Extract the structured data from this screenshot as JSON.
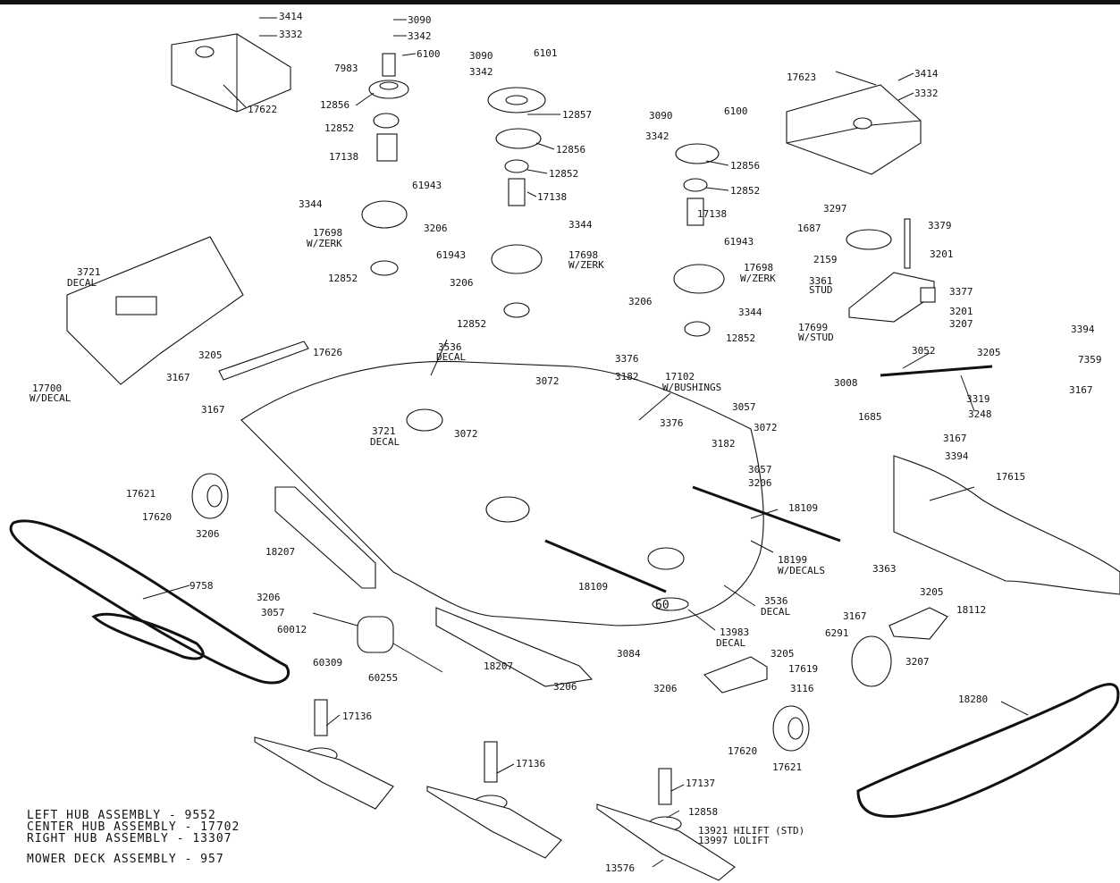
{
  "callouts": [
    {
      "id": "c1",
      "text": "3414"
    },
    {
      "id": "c2",
      "text": "3332"
    },
    {
      "id": "c3",
      "text": "17622"
    },
    {
      "id": "c4",
      "text": "3090"
    },
    {
      "id": "c5",
      "text": "3342"
    },
    {
      "id": "c6",
      "text": "6100"
    },
    {
      "id": "c7",
      "text": "7983"
    },
    {
      "id": "c8",
      "text": "12856"
    },
    {
      "id": "c9",
      "text": "12852"
    },
    {
      "id": "c10",
      "text": "17138"
    },
    {
      "id": "c11",
      "text": "3090"
    },
    {
      "id": "c12",
      "text": "6101"
    },
    {
      "id": "c13",
      "text": "3342"
    },
    {
      "id": "c14",
      "text": "12857"
    },
    {
      "id": "c15",
      "text": "12856"
    },
    {
      "id": "c16",
      "text": "12852"
    },
    {
      "id": "c17",
      "text": "17138"
    },
    {
      "id": "c18",
      "text": "3090"
    },
    {
      "id": "c19",
      "text": "6100"
    },
    {
      "id": "c20",
      "text": "3342"
    },
    {
      "id": "c21",
      "text": "12856"
    },
    {
      "id": "c22",
      "text": "12852"
    },
    {
      "id": "c23",
      "text": "17138"
    },
    {
      "id": "c24",
      "text": "17623"
    },
    {
      "id": "c25",
      "text": "3414"
    },
    {
      "id": "c26",
      "text": "3332"
    },
    {
      "id": "c27",
      "text": "61943"
    },
    {
      "id": "c28",
      "text": "3344"
    },
    {
      "id": "c29",
      "text": "17698"
    },
    {
      "id": "c30",
      "text": "W/ZERK"
    },
    {
      "id": "c31",
      "text": "3206"
    },
    {
      "id": "c32",
      "text": "12852"
    },
    {
      "id": "c33",
      "text": "3344"
    },
    {
      "id": "c34",
      "text": "61943"
    },
    {
      "id": "c35",
      "text": "17698"
    },
    {
      "id": "c36",
      "text": "W/ZERK"
    },
    {
      "id": "c37",
      "text": "3206"
    },
    {
      "id": "c38",
      "text": "12852"
    },
    {
      "id": "c39",
      "text": "61943"
    },
    {
      "id": "c40",
      "text": "17698"
    },
    {
      "id": "c41",
      "text": "W/ZERK"
    },
    {
      "id": "c42",
      "text": "3206"
    },
    {
      "id": "c43",
      "text": "3344"
    },
    {
      "id": "c44",
      "text": "12852"
    },
    {
      "id": "c45",
      "text": "3297"
    },
    {
      "id": "c46",
      "text": "3379"
    },
    {
      "id": "c47",
      "text": "1687"
    },
    {
      "id": "c48",
      "text": "3201"
    },
    {
      "id": "c49",
      "text": "2159"
    },
    {
      "id": "c50",
      "text": "3361"
    },
    {
      "id": "c51",
      "text": "STUD"
    },
    {
      "id": "c52",
      "text": "3377"
    },
    {
      "id": "c53",
      "text": "3201"
    },
    {
      "id": "c54",
      "text": "3207"
    },
    {
      "id": "c55",
      "text": "17699"
    },
    {
      "id": "c56",
      "text": "W/STUD"
    },
    {
      "id": "c57",
      "text": "3721"
    },
    {
      "id": "c58",
      "text": "DECAL"
    },
    {
      "id": "c59",
      "text": "17700"
    },
    {
      "id": "c60",
      "text": "W/DECAL"
    },
    {
      "id": "c61",
      "text": "3205"
    },
    {
      "id": "c62",
      "text": "17626"
    },
    {
      "id": "c63",
      "text": "3167"
    },
    {
      "id": "c64",
      "text": "3167"
    },
    {
      "id": "c65",
      "text": "3536"
    },
    {
      "id": "c66",
      "text": "DECAL"
    },
    {
      "id": "c67",
      "text": "3376"
    },
    {
      "id": "c68",
      "text": "3072"
    },
    {
      "id": "c69",
      "text": "3182"
    },
    {
      "id": "c70",
      "text": "17102"
    },
    {
      "id": "c71",
      "text": "W/BUSHINGS"
    },
    {
      "id": "c72",
      "text": "3052"
    },
    {
      "id": "c73",
      "text": "3205"
    },
    {
      "id": "c74",
      "text": "3394"
    },
    {
      "id": "c75",
      "text": "7359"
    },
    {
      "id": "c76",
      "text": "3008"
    },
    {
      "id": "c77",
      "text": "3319"
    },
    {
      "id": "c78",
      "text": "3167"
    },
    {
      "id": "c79",
      "text": "3248"
    },
    {
      "id": "c80",
      "text": "1685"
    },
    {
      "id": "c81",
      "text": "3376"
    },
    {
      "id": "c82",
      "text": "3057"
    },
    {
      "id": "c83",
      "text": "3072"
    },
    {
      "id": "c84",
      "text": "3721"
    },
    {
      "id": "c85",
      "text": "DECAL"
    },
    {
      "id": "c86",
      "text": "3072"
    },
    {
      "id": "c87",
      "text": "3182"
    },
    {
      "id": "c88",
      "text": "3057"
    },
    {
      "id": "c89",
      "text": "3206"
    },
    {
      "id": "c90",
      "text": "3167"
    },
    {
      "id": "c91",
      "text": "3394"
    },
    {
      "id": "c92",
      "text": "17615"
    },
    {
      "id": "c93",
      "text": "17621"
    },
    {
      "id": "c94",
      "text": "17620"
    },
    {
      "id": "c95",
      "text": "3206"
    },
    {
      "id": "c96",
      "text": "18109"
    },
    {
      "id": "c97",
      "text": "18207"
    },
    {
      "id": "c98",
      "text": "18199"
    },
    {
      "id": "c99",
      "text": "W/DECALS"
    },
    {
      "id": "c100",
      "text": "9758"
    },
    {
      "id": "c101",
      "text": "18109"
    },
    {
      "id": "c102",
      "text": "3536"
    },
    {
      "id": "c103",
      "text": "DECAL"
    },
    {
      "id": "c104",
      "text": "3206"
    },
    {
      "id": "c105",
      "text": "3057"
    },
    {
      "id": "c106",
      "text": "60012"
    },
    {
      "id": "c107",
      "text": "13983"
    },
    {
      "id": "c108",
      "text": "DECAL"
    },
    {
      "id": "c109",
      "text": "3363"
    },
    {
      "id": "c110",
      "text": "3205"
    },
    {
      "id": "c111",
      "text": "3167"
    },
    {
      "id": "c112",
      "text": "18112"
    },
    {
      "id": "c113",
      "text": "6291"
    },
    {
      "id": "c114",
      "text": "3207"
    },
    {
      "id": "c115",
      "text": "60309"
    },
    {
      "id": "c116",
      "text": "3084"
    },
    {
      "id": "c117",
      "text": "18207"
    },
    {
      "id": "c118",
      "text": "60255"
    },
    {
      "id": "c119",
      "text": "3206"
    },
    {
      "id": "c120",
      "text": "3205"
    },
    {
      "id": "c121",
      "text": "17619"
    },
    {
      "id": "c122",
      "text": "3206"
    },
    {
      "id": "c123",
      "text": "3116"
    },
    {
      "id": "c124",
      "text": "18280"
    },
    {
      "id": "c125",
      "text": "17136"
    },
    {
      "id": "c126",
      "text": "17136"
    },
    {
      "id": "c127",
      "text": "17620"
    },
    {
      "id": "c128",
      "text": "17621"
    },
    {
      "id": "c129",
      "text": "17137"
    },
    {
      "id": "c130",
      "text": "12858"
    },
    {
      "id": "c131",
      "text": "13921 HILIFT (STD)"
    },
    {
      "id": "c132",
      "text": "13997 LOLIFT"
    },
    {
      "id": "c133",
      "text": "13576"
    },
    {
      "id": "c134",
      "text": "60"
    }
  ],
  "legend": {
    "line1": "LEFT HUB ASSEMBLY - 9552",
    "line2": "CENTER HUB ASSEMBLY - 17702",
    "line3": "RIGHT HUB ASSEMBLY - 13307",
    "line4": "MOWER DECK ASSEMBLY - 957"
  }
}
